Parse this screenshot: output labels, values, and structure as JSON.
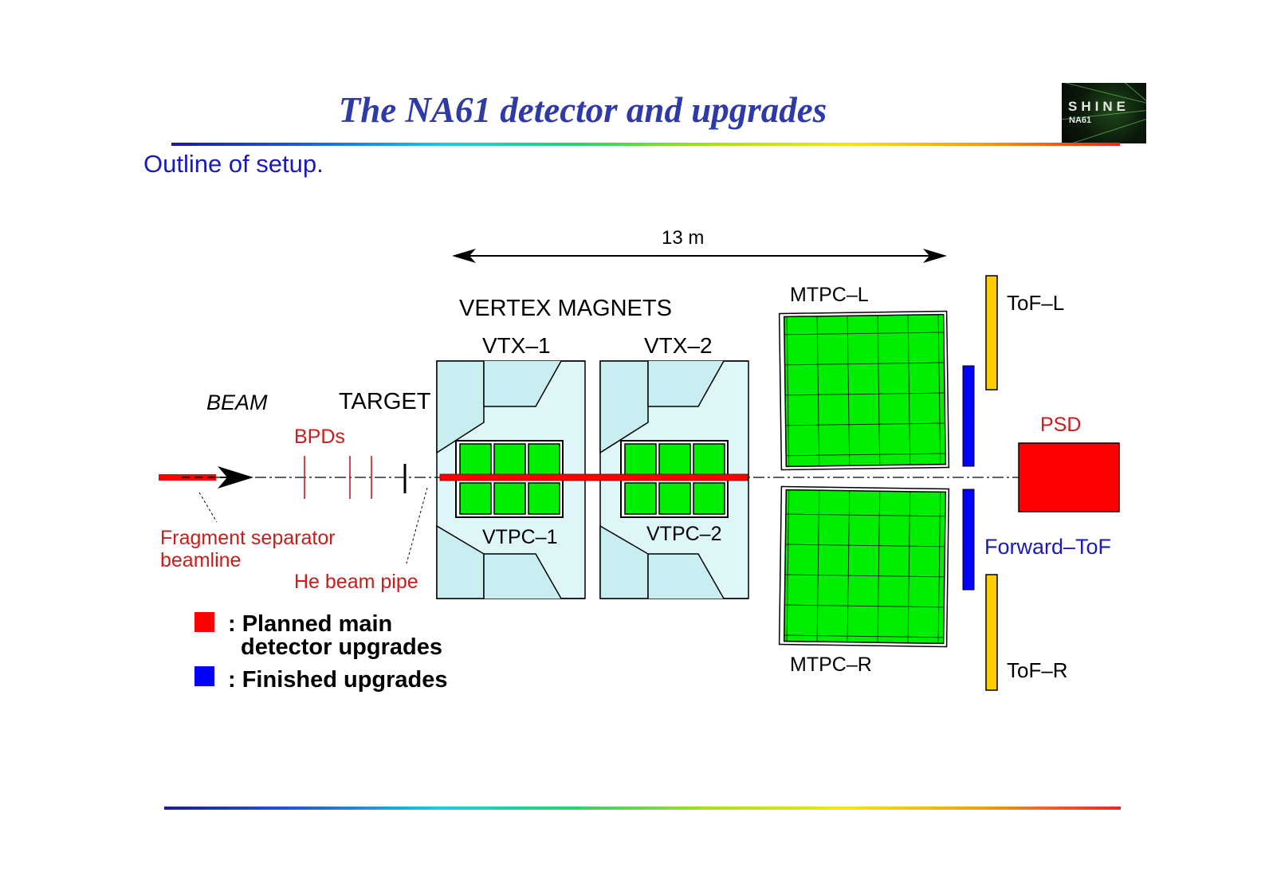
{
  "header": {
    "title": "The NA61 detector and upgrades",
    "subtitle": "Outline of setup.",
    "logo_main": "SHINE",
    "logo_sub": "NA61"
  },
  "diagram": {
    "scale_label": "13 m",
    "vertex_magnets_label": "VERTEX MAGNETS",
    "vtx1_label": "VTX–1",
    "vtx2_label": "VTX–2",
    "vtpc1_label": "VTPC–1",
    "vtpc2_label": "VTPC–2",
    "mtpcl_label": "MTPC–L",
    "mtpcr_label": "MTPC–R",
    "tofl_label": "ToF–L",
    "tofr_label": "ToF–R",
    "forward_tof_label": "Forward–ToF",
    "psd_label": "PSD",
    "beam_label": "BEAM",
    "target_label": "TARGET",
    "bpds_label": "BPDs",
    "fragment_label_line1": "Fragment separator",
    "fragment_label_line2": "beamline",
    "he_pipe_label": "He beam pipe"
  },
  "legend": {
    "planned_line1": ": Planned main",
    "planned_line2": "detector upgrades",
    "finished": ": Finished upgrades"
  },
  "colors": {
    "title": "#2e3aa8",
    "planned_red": "#ff0000",
    "finished_blue": "#0000ff",
    "tpc_green": "#00ee00",
    "magnet_cyan": "#ddf5f7",
    "tof_yellow": "#ffcc00",
    "label_red": "#cc1b1b",
    "label_blue": "#1a1ab8"
  }
}
